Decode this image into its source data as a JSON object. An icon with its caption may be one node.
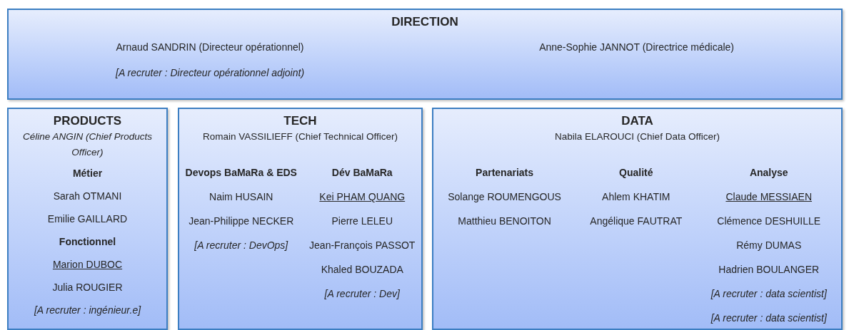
{
  "diagram": {
    "nodes": [
      {
        "text": [
          "DIRECTION",
          "Arnaud SANDRIN (Directeur opérationnel)",
          "[A recruter : Directeur opérationnel adjoint)",
          "Anne-Sophie JANNOT (Directrice médicale)"
        ]
      },
      {
        "text": [
          "PRODUCTS",
          "Céline ANGIN (Chief Products Officer)",
          "Métier",
          "Sarah OTMANI",
          "Emilie GAILLARD",
          "Fonctionnel",
          "Marion DUBOC",
          "Julia ROUGIER",
          "[A recruter : ingénieur.e]"
        ]
      },
      {
        "text": [
          "TECH",
          "Romain VASSILIEFF (Chief Technical Officer)",
          "Devops BaMaRa & EDS",
          "Naim HUSAIN",
          "Jean-Philippe NECKER",
          "[A recruter : DevOps]",
          "Dév BaMaRa",
          "Kei PHAM QUANG",
          "Pierre LELEU",
          "Jean-François PASSOT",
          "Khaled BOUZADA",
          "[A recruter : Dev]"
        ]
      },
      {
        "text": [
          "DATA",
          "Nabila ELAROUCI (Chief Data Officer)",
          "Partenariats",
          "Solange ROUMENGOUS",
          "Matthieu BENOITON",
          "Qualité",
          "Ahlem KHATIM",
          "Angélique FAUTRAT",
          "Analyse",
          "Claude MESSIAEN",
          "Clémence DESHUILLE",
          "Rémy DUMAS",
          "Hadrien BOULANGER",
          "[A recruter : data scientist]",
          "[A recruter : data scientist]"
        ]
      }
    ]
  }
}
